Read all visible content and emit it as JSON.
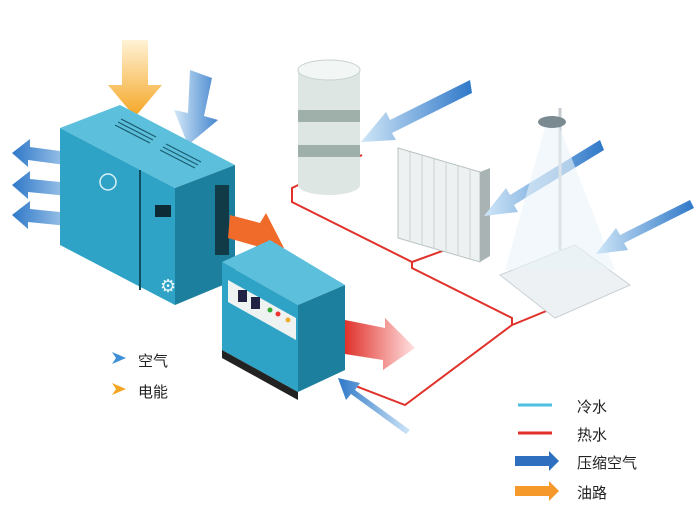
{
  "legend_left": [
    {
      "label": "空气",
      "color": "#3d8fd6",
      "icon": "blue-arrow-icon"
    },
    {
      "label": "电能",
      "color": "#f5a623",
      "icon": "orange-arrow-icon"
    }
  ],
  "legend_right": [
    {
      "label": "冷水",
      "color": "#4cc0e0"
    },
    {
      "label": "热水",
      "color": "#e0322b"
    },
    {
      "label": "压缩空气",
      "color": "#2f6fc0"
    },
    {
      "label": "油路",
      "color": "#f59a2a"
    }
  ],
  "colors": {
    "machine": "#2fa3c6",
    "machine_dark": "#1d7f9e",
    "hot": "#e0322b",
    "cold": "#4cc0e0"
  }
}
